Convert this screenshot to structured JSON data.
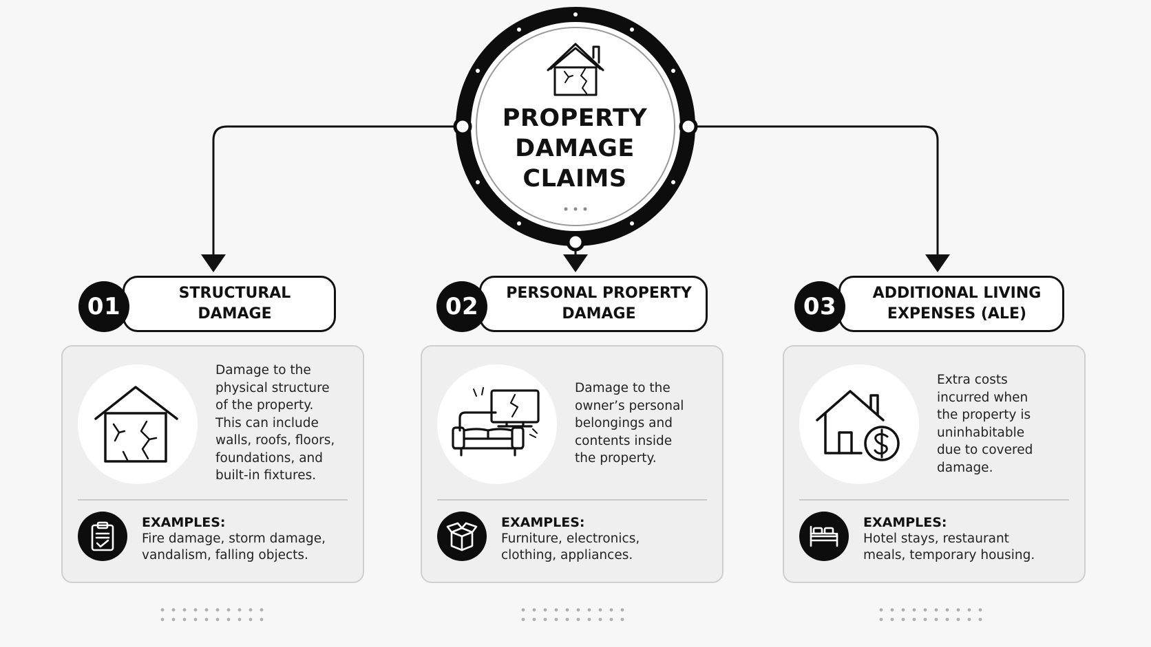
{
  "center": {
    "title_lines": [
      "PROPERTY",
      "DAMAGE",
      "CLAIMS"
    ],
    "icon": "cracked-house-icon"
  },
  "categories": [
    {
      "number": "01",
      "title_lines": [
        "STRUCTURAL",
        "DAMAGE"
      ],
      "icon": "cracked-house-icon",
      "description_lines": [
        "Damage to the",
        "physical structure",
        "of the property.",
        "This can include",
        "walls, roofs, floors,",
        "foundations, and",
        "built-in fixtures."
      ],
      "examples_heading": "EXAMPLES:",
      "examples_icon": "clipboard-check-icon",
      "examples_lines": [
        "Fire damage, storm damage,",
        "vandalism, falling objects."
      ]
    },
    {
      "number": "02",
      "title_lines": [
        "PERSONAL PROPERTY",
        "DAMAGE"
      ],
      "icon": "sofa-broken-tv-icon",
      "description_lines": [
        "Damage to the",
        "owner’s personal",
        "belongings and",
        "contents inside",
        "the property."
      ],
      "examples_heading": "EXAMPLES:",
      "examples_icon": "open-box-icon",
      "examples_lines": [
        "Furniture, electronics,",
        "clothing, appliances."
      ]
    },
    {
      "number": "03",
      "title_lines": [
        "ADDITIONAL LIVING",
        "EXPENSES (ALE)"
      ],
      "icon": "house-dollar-icon",
      "description_lines": [
        "Extra costs",
        "incurred when",
        "the property is",
        "uninhabitable",
        "due to covered",
        "damage."
      ],
      "examples_heading": "EXAMPLES:",
      "examples_icon": "bed-icon",
      "examples_lines": [
        "Hotel stays, restaurant",
        "meals, temporary housing."
      ]
    }
  ],
  "colors": {
    "background": "#f7f7f7",
    "ink": "#111111",
    "card": "#efefef",
    "card_border": "#cfcfcf"
  }
}
